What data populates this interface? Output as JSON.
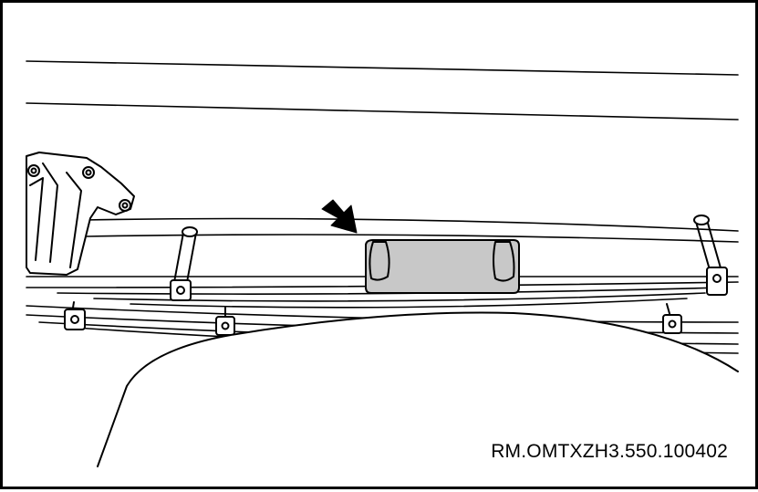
{
  "figure": {
    "reference_code": "RM.OMTXZH3.550.100402",
    "subject": "leaf-spring-bump-stop",
    "highlight_color": "#c8c8c8",
    "line_color": "#000000",
    "icons": [
      "arrow-pointer-icon",
      "bump-stop-block",
      "spring-clip-bolt",
      "frame-bracket"
    ]
  }
}
